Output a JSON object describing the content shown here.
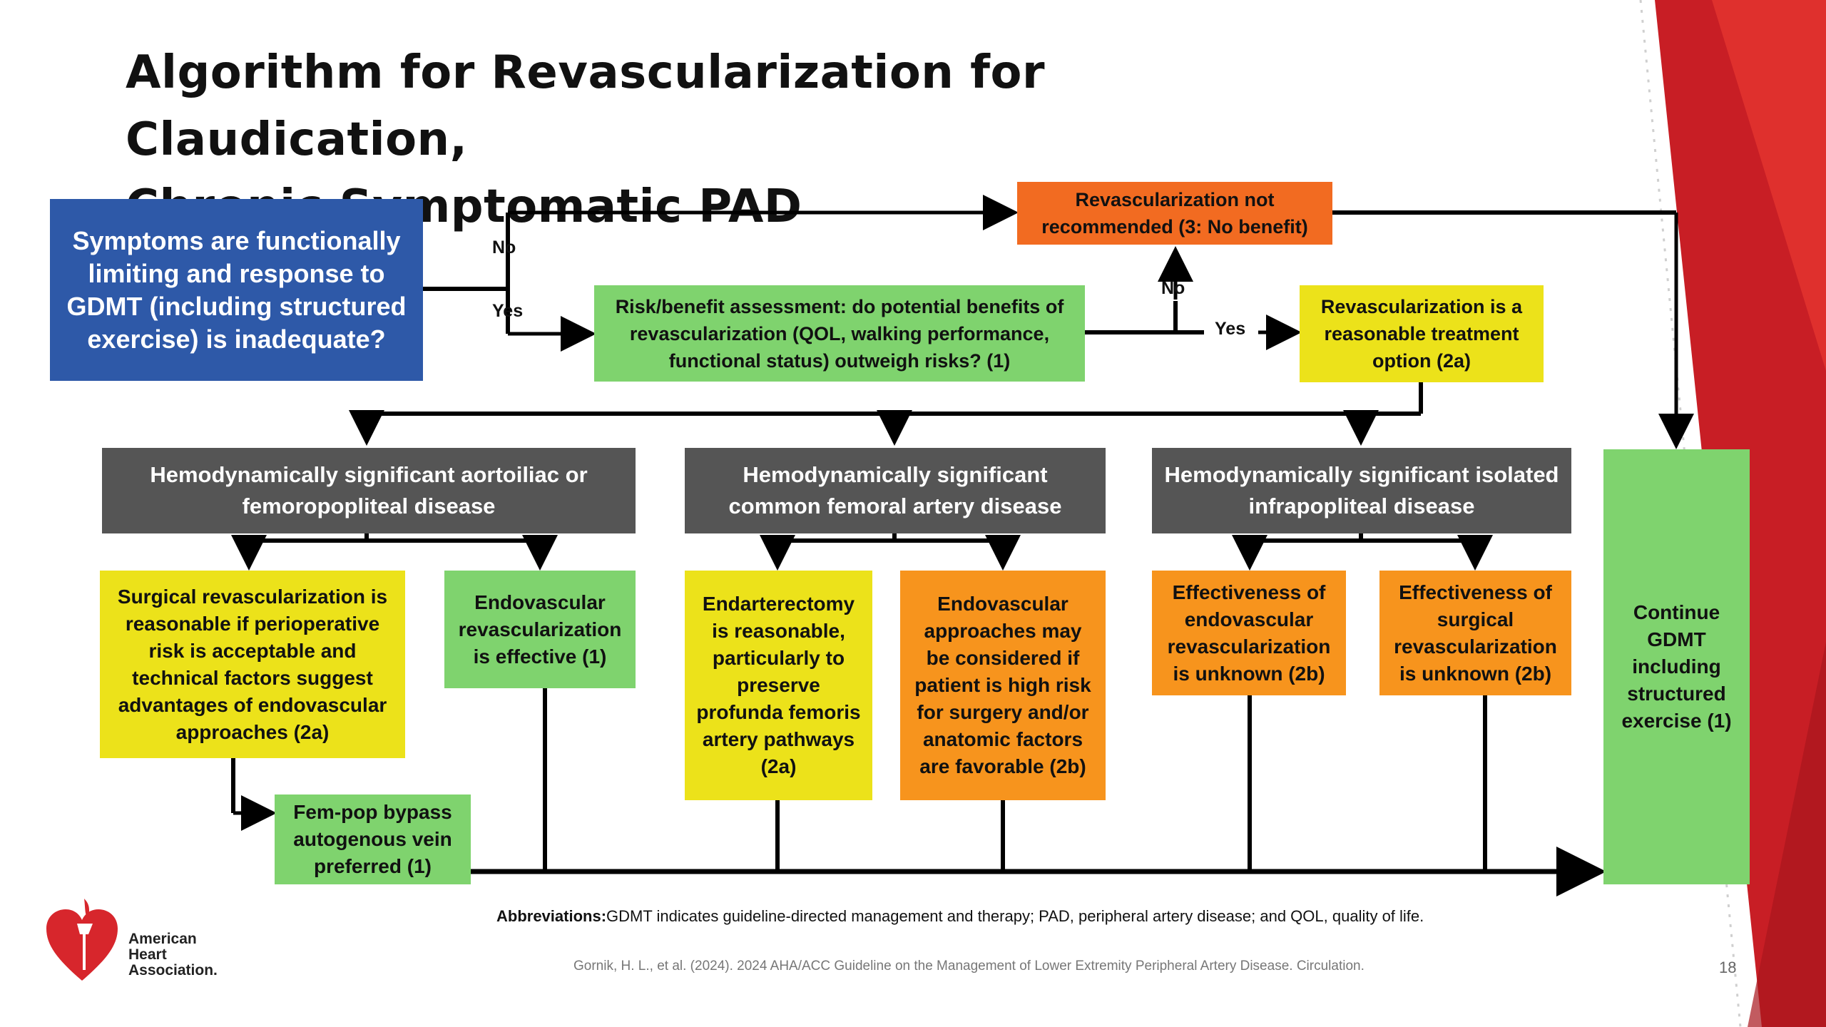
{
  "title_line1": "Algorithm for Revascularization for Claudication,",
  "title_line2": "Chronic Symptomatic PAD",
  "nodes": {
    "symptoms": "Symptoms are functionally limiting and response to GDMT (including structured exercise) is inadequate?",
    "not_recommended": "Revascularization not recommended (3: No benefit)",
    "risk_benefit": "Risk/benefit assessment: do potential benefits of revascularization (QOL, walking performance, functional status) outweigh risks? (1)",
    "reasonable_option": "Revascularization is a reasonable treatment option (2a)",
    "aortoiliac": "Hemodynamically significant aortoiliac or femoropopliteal disease",
    "common_femoral": "Hemodynamically significant common femoral artery disease",
    "infrapopliteal": "Hemodynamically significant isolated infrapopliteal disease",
    "surgical_reasonable": "Surgical revascularization is reasonable if perioperative risk is acceptable and technical factors suggest advantages of endovascular approaches (2a)",
    "endo_effective": "Endovascular revascularization is effective (1)",
    "fem_pop": "Fem-pop bypass autogenous vein preferred (1)",
    "endarterectomy": "Endarterectomy is reasonable, particularly to preserve profunda femoris artery pathways (2a)",
    "endo_approaches": "Endovascular approaches may be considered if patient is high risk for surgery and/or anatomic factors are favorable (2b)",
    "endo_unknown": "Effectiveness of endovascular revascularization is unknown (2b)",
    "surg_unknown": "Effectiveness of surgical revascularization is unknown (2b)",
    "continue_gdmt": "Continue GDMT including structured exercise (1)"
  },
  "labels": {
    "no_1": "No",
    "yes_1": "Yes",
    "no_2": "No",
    "yes_2": "Yes"
  },
  "abbreviations_label": "Abbreviations:",
  "abbreviations_text": "GDMT indicates guideline-directed management and therapy; PAD, peripheral artery disease; and QOL, quality of life.",
  "citation": "Gornik, H. L., et al. (2024). 2024 AHA/ACC Guideline on the Management of Lower Extremity Peripheral Artery Disease. Circulation.",
  "page_number": "18",
  "logo": {
    "line1": "American",
    "line2": "Heart",
    "line3": "Association."
  },
  "colors": {
    "blue": "#2e59a8",
    "green": "#7fd36e",
    "yellow": "#ece21a",
    "orange": "#f7941d",
    "dark_orange": "#f26b21",
    "gray": "#555555",
    "accent_red": "#d7262c"
  }
}
